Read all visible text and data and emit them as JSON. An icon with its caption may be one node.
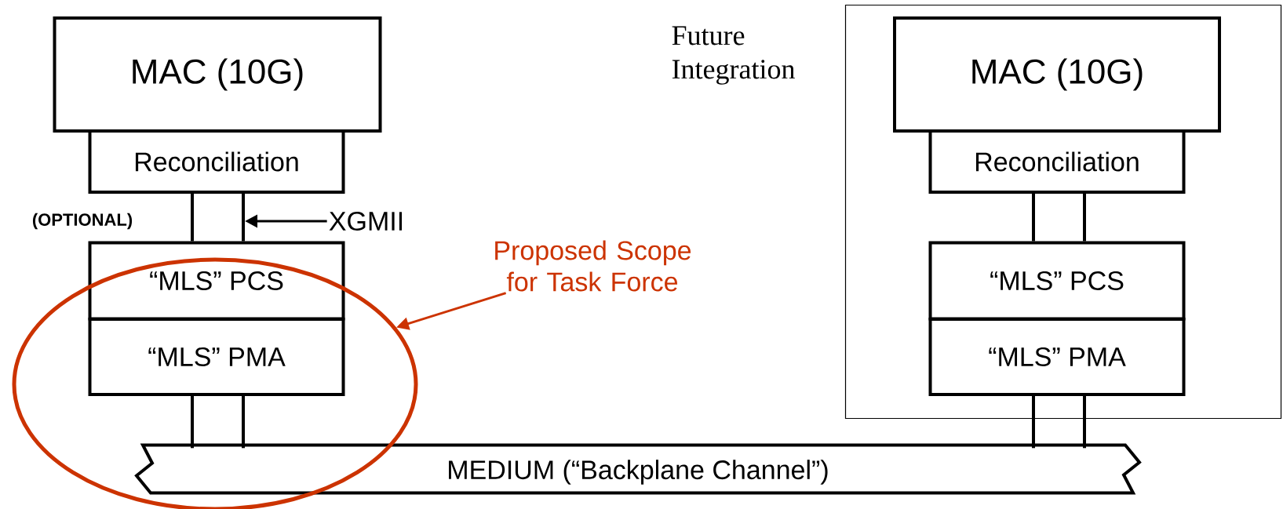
{
  "diagram": {
    "nodes": [
      {
        "text": [
          "MAC (10G)"
        ]
      },
      {
        "text": [
          "Reconciliation"
        ]
      },
      {
        "text": [
          "XGMII"
        ]
      },
      {
        "text": [
          "“MLS” PCS"
        ]
      },
      {
        "text": [],
        "shape": "ellipse"
      },
      {
        "text": [
          "“MLS” PMA"
        ],
        "in": 4
      },
      {
        "text": [
          "Proposed Scope for Task Force"
        ]
      },
      {
        "text": [],
        "shape": "box",
        "beside": [
          "Future Integration"
        ]
      },
      {
        "text": [
          "MAC (10G)"
        ],
        "in": 7
      },
      {
        "text": [
          "Reconciliation"
        ],
        "in": 7
      },
      {
        "text": [
          "“MLS” PCS"
        ],
        "in": 7
      },
      {
        "text": [
          "“MLS” PMA"
        ],
        "in": 7
      },
      {
        "text": [
          "MEDIUM (“Backplane Channel”)"
        ]
      }
    ],
    "edges": [
      {
        "from": 1,
        "to": 3,
        "arrow": "none"
      },
      {
        "from": 1,
        "to": 3,
        "arrow": "none"
      },
      {
        "from": 5,
        "to": 12,
        "arrow": "none"
      },
      {
        "from": 5,
        "to": 12,
        "arrow": "none"
      },
      {
        "from": 9,
        "to": 10,
        "arrow": "none"
      },
      {
        "from": 9,
        "to": 10,
        "arrow": "none"
      },
      {
        "from": 11,
        "to": 12,
        "arrow": "none"
      },
      {
        "from": 11,
        "to": 12,
        "arrow": "none"
      },
      {
        "from": 2,
        "to": null,
        "arrow": "to"
      },
      {
        "from": 6,
        "to": 4,
        "arrow": "to",
        "color": "#cc3300"
      }
    ],
    "labels": [
      "(OPTIONAL)"
    ]
  }
}
